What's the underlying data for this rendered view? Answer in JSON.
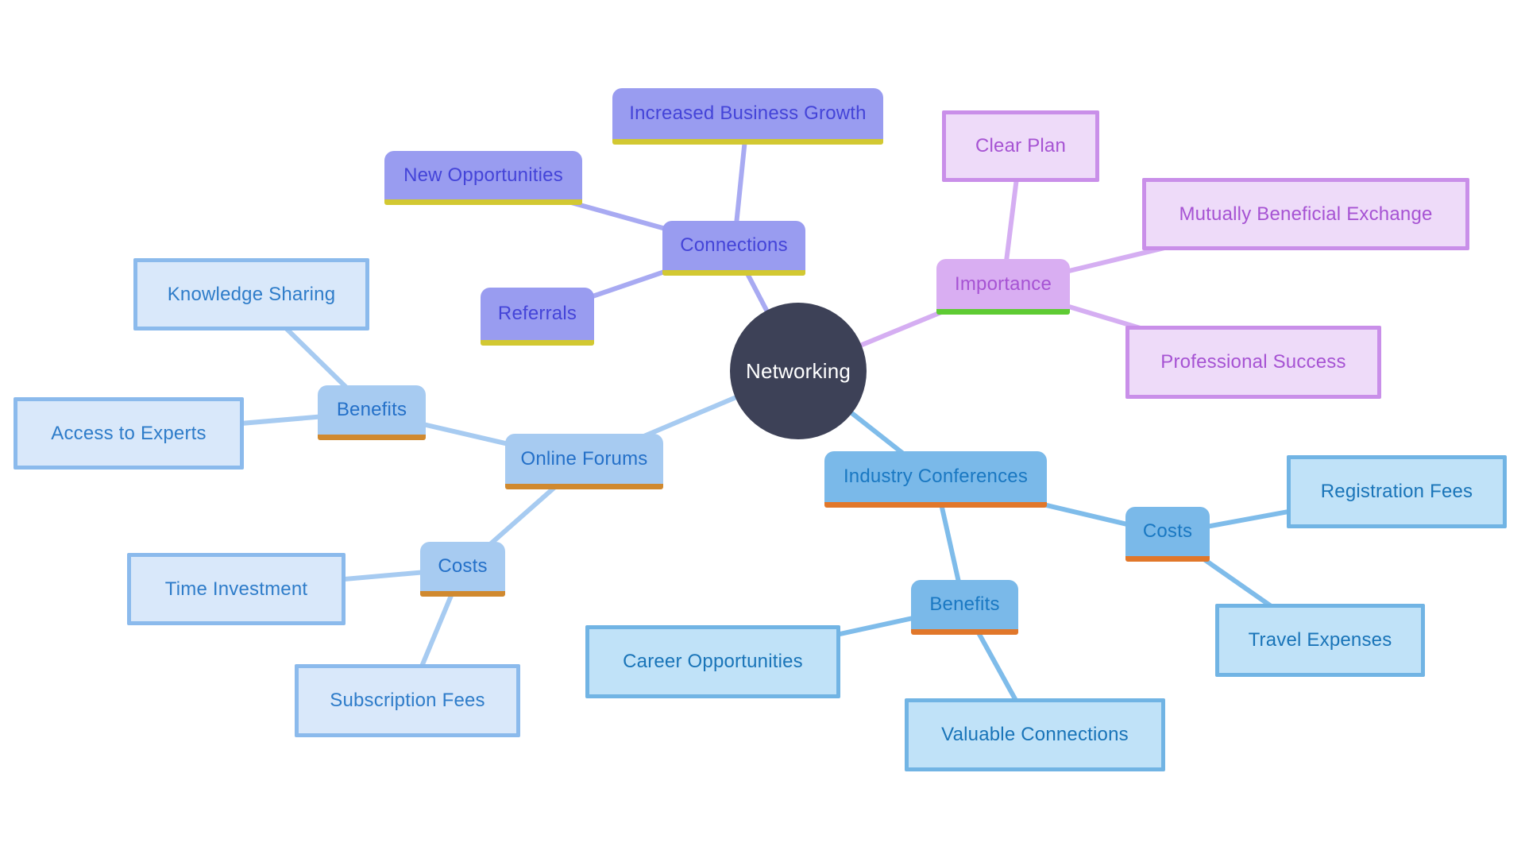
{
  "diagram": {
    "type": "mindmap",
    "title": "Networking mind map",
    "colors": {
      "center_fill": "#3d4157",
      "center_text": "#ffffff",
      "purple_fill": "#999cf0",
      "purple_text": "#4444d8",
      "purple_underline": "#d2c832",
      "purple_line": "#a8aaf2",
      "violet_fill": "#d9aef2",
      "violet_leaf_fill": "#eedbf9",
      "violet_border": "#c98fe9",
      "violet_text": "#a653d3",
      "violet_underline": "#5ecb33",
      "violet_line": "#d5aef2",
      "blue_fill": "#a7cbf1",
      "blue_leaf_fill": "#d9e8fa",
      "blue_border": "#8bbaec",
      "blue_text": "#2470c8",
      "blue_underline": "#d0892f",
      "blue_line": "#a7cbf1",
      "sky_fill": "#7ab9e9",
      "sky_leaf_fill": "#c0e2f8",
      "sky_border": "#71b4e4",
      "sky_text": "#1a78c2",
      "sky_underline": "#e1772a",
      "sky_line": "#7fbcea"
    },
    "structure": [
      {
        "parent": "Networking",
        "child": "Connections"
      },
      {
        "parent": "Connections",
        "child": "Increased Business Growth"
      },
      {
        "parent": "Connections",
        "child": "New Opportunities"
      },
      {
        "parent": "Connections",
        "child": "Referrals"
      },
      {
        "parent": "Networking",
        "child": "Importance"
      },
      {
        "parent": "Importance",
        "child": "Clear Plan"
      },
      {
        "parent": "Importance",
        "child": "Mutually Beneficial Exchange"
      },
      {
        "parent": "Importance",
        "child": "Professional Success"
      },
      {
        "parent": "Networking",
        "child": "Online Forums"
      },
      {
        "parent": "Online Forums",
        "child": "Benefits"
      },
      {
        "parent": "Benefits (Online Forums)",
        "child": "Knowledge Sharing"
      },
      {
        "parent": "Benefits (Online Forums)",
        "child": "Access to Experts"
      },
      {
        "parent": "Online Forums",
        "child": "Costs"
      },
      {
        "parent": "Costs (Online Forums)",
        "child": "Time Investment"
      },
      {
        "parent": "Costs (Online Forums)",
        "child": "Subscription Fees"
      },
      {
        "parent": "Networking",
        "child": "Industry Conferences"
      },
      {
        "parent": "Industry Conferences",
        "child": "Costs"
      },
      {
        "parent": "Costs (Industry Conferences)",
        "child": "Registration Fees"
      },
      {
        "parent": "Costs (Industry Conferences)",
        "child": "Travel Expenses"
      },
      {
        "parent": "Industry Conferences",
        "child": "Benefits"
      },
      {
        "parent": "Benefits (Industry Conferences)",
        "child": "Career Opportunities"
      },
      {
        "parent": "Benefits (Industry Conferences)",
        "child": "Valuable Connections"
      }
    ]
  },
  "nodes": {
    "networking": "Networking",
    "connections": "Connections",
    "increased_business_growth": "Increased Business Growth",
    "new_opportunities": "New Opportunities",
    "referrals": "Referrals",
    "importance": "Importance",
    "clear_plan": "Clear Plan",
    "mutually_beneficial_exchange": "Mutually Beneficial Exchange",
    "professional_success": "Professional Success",
    "online_forums": "Online Forums",
    "benefits_forums": "Benefits",
    "knowledge_sharing": "Knowledge Sharing",
    "access_to_experts": "Access to Experts",
    "costs_forums": "Costs",
    "time_investment": "Time Investment",
    "subscription_fees": "Subscription Fees",
    "industry_conferences": "Industry Conferences",
    "costs_conferences": "Costs",
    "registration_fees": "Registration Fees",
    "travel_expenses": "Travel Expenses",
    "benefits_conferences": "Benefits",
    "career_opportunities": "Career Opportunities",
    "valuable_connections": "Valuable Connections"
  }
}
